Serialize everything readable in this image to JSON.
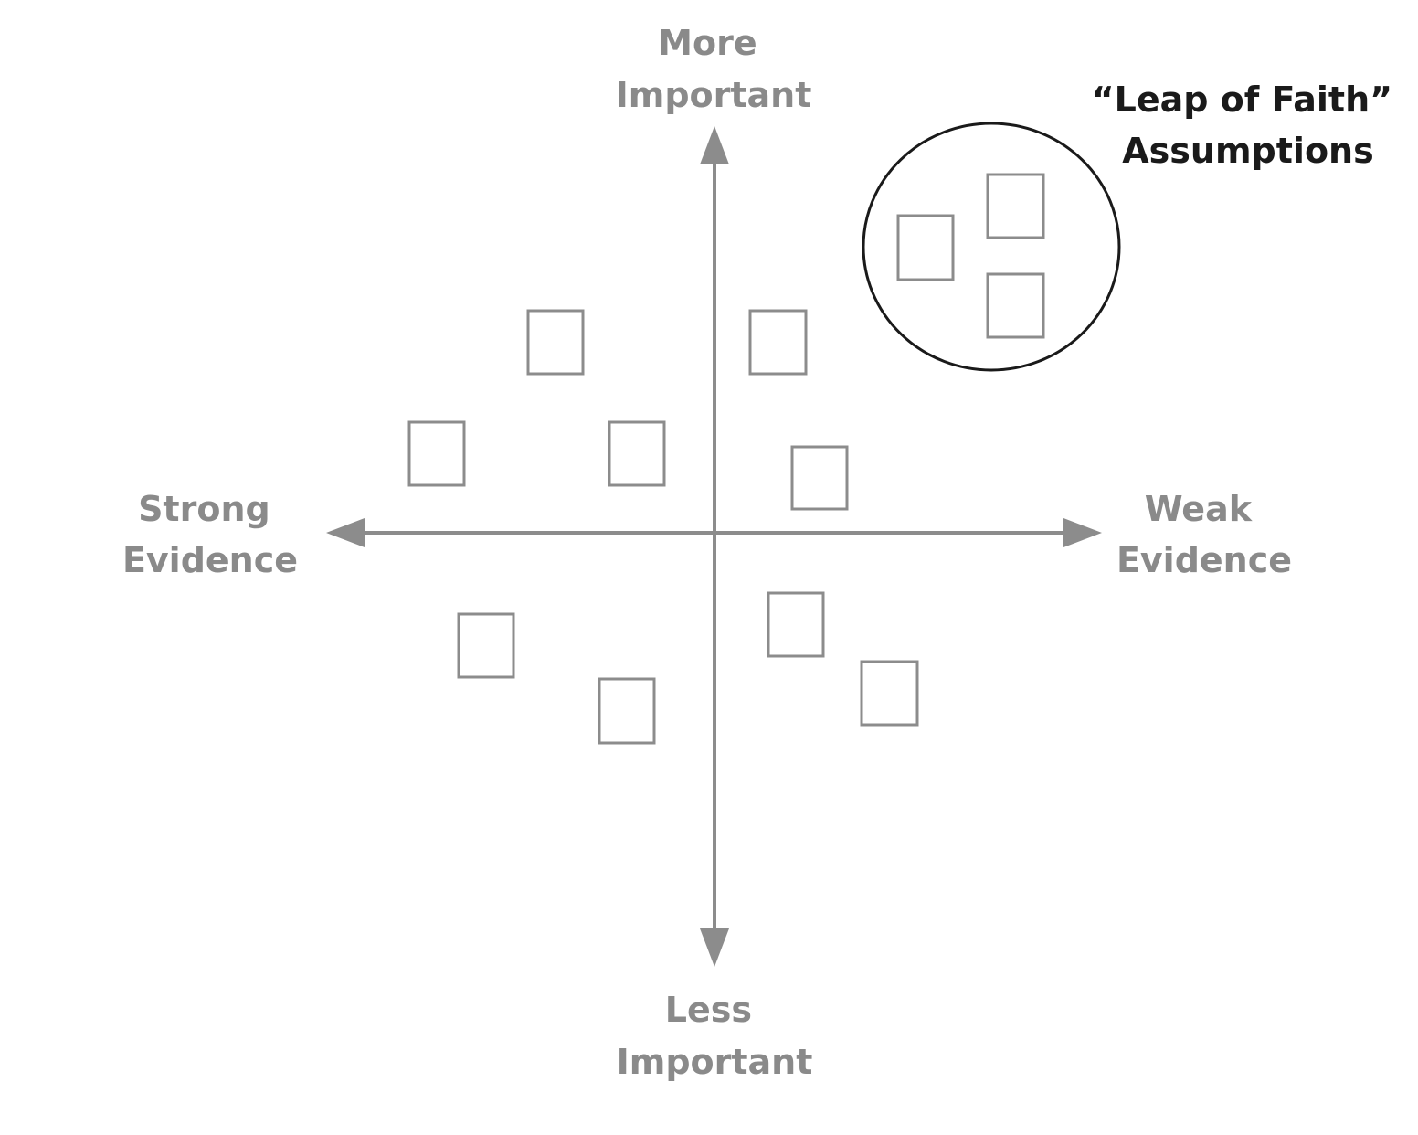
{
  "axes": {
    "top": {
      "line1": "More",
      "line2": "Important"
    },
    "bottom": {
      "line1": "Less",
      "line2": "Important"
    },
    "left": {
      "line1": "Strong",
      "line2": "Evidence"
    },
    "right": {
      "line1": "Weak",
      "line2": "Evidence"
    }
  },
  "callout": {
    "line1": "“Leap of Faith”",
    "line2": "Assumptions"
  },
  "colors": {
    "axis": "#8c8c8c",
    "axis_text": "#8a8a8a",
    "callout": "#1a1a1a"
  },
  "icons": [
    "arrow-up-icon",
    "arrow-down-icon",
    "arrow-left-icon",
    "arrow-right-icon"
  ]
}
